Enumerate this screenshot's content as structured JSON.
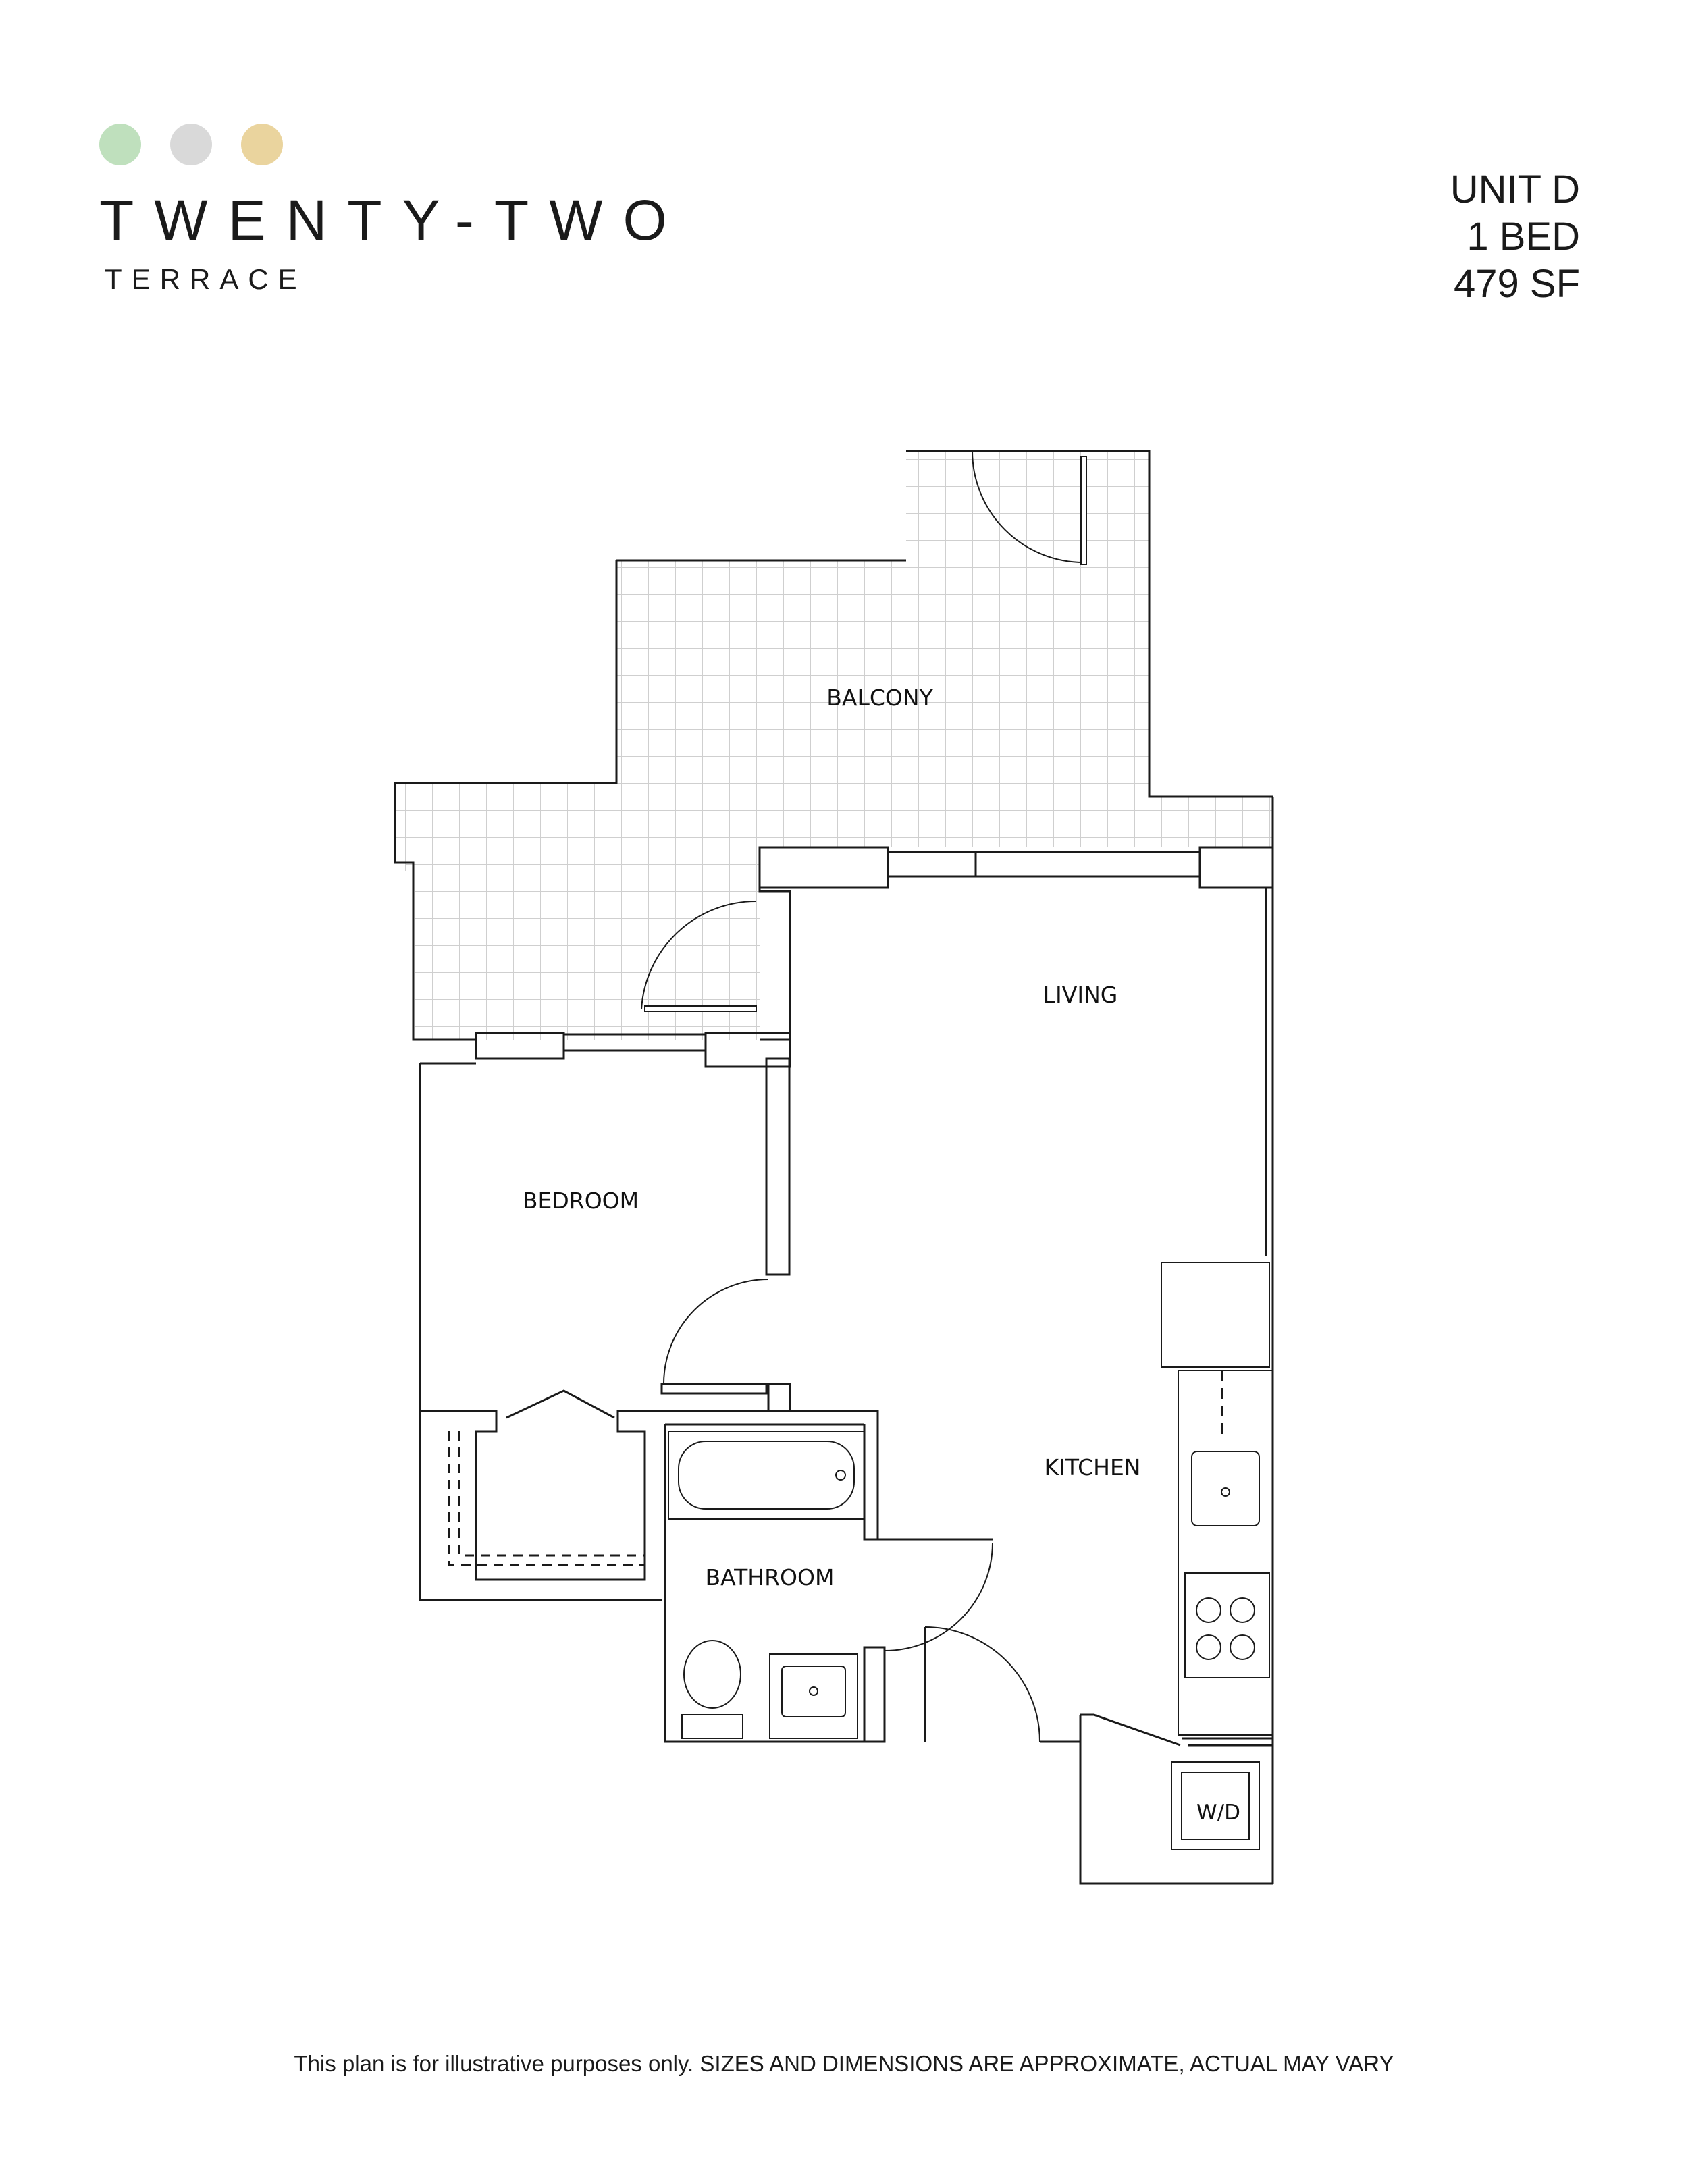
{
  "brand": {
    "name": "TWENTY-TWO",
    "subtitle": "TERRACE",
    "dot_colors": [
      "#bfe0bd",
      "#d9d9d9",
      "#ead49e"
    ]
  },
  "unit": {
    "name": "UNIT D",
    "beds": "1 BED",
    "area": "479 SF"
  },
  "rooms": {
    "balcony": "BALCONY",
    "living": "LIVING",
    "bedroom": "BEDROOM",
    "kitchen": "KITCHEN",
    "bathroom": "BATHROOM",
    "washer_dryer": "W/D"
  },
  "footer": {
    "disclaimer": "This plan is for illustrative purposes only. SIZES AND DIMENSIONS ARE APPROXIMATE, ACTUAL MAY VARY"
  },
  "colors": {
    "line": "#1a1a1a",
    "grid": "#cfcfcf"
  }
}
